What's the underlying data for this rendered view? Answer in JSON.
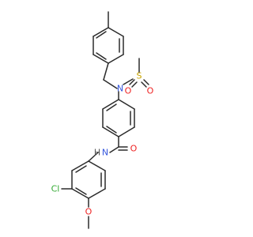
{
  "structure": {
    "atom_labels": {
      "nitrogen_sulfonamide": "N",
      "sulfur": "S",
      "oxygen_s_left": "O",
      "oxygen_s_right": "O",
      "amide_oxygen": "O",
      "amide_nh": "N",
      "amide_h": "H",
      "chlorine": "Cl",
      "methoxy_oxygen": "O"
    },
    "colors": {
      "bond": "#2b2b2b",
      "nitrogen": "#3355dd",
      "oxygen": "#ee2222",
      "sulfur": "#c8a400",
      "chlorine": "#33aa33",
      "hydrogen": "#555555"
    }
  }
}
